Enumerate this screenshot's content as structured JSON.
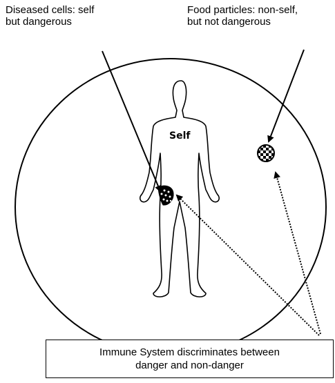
{
  "labels": {
    "diseased_cells": "Diseased cells: self\nbut dangerous",
    "food_particles": "Food particles: non-self,\nbut not dangerous",
    "self": "Self",
    "caption": "Immune System discriminates between\ndanger and non-danger"
  },
  "colors": {
    "ink": "#000000",
    "background": "#ffffff"
  },
  "icons": {
    "diseased_cells": "dotted-cell-cluster-icon",
    "food_particle": "checkered-particle-icon"
  }
}
